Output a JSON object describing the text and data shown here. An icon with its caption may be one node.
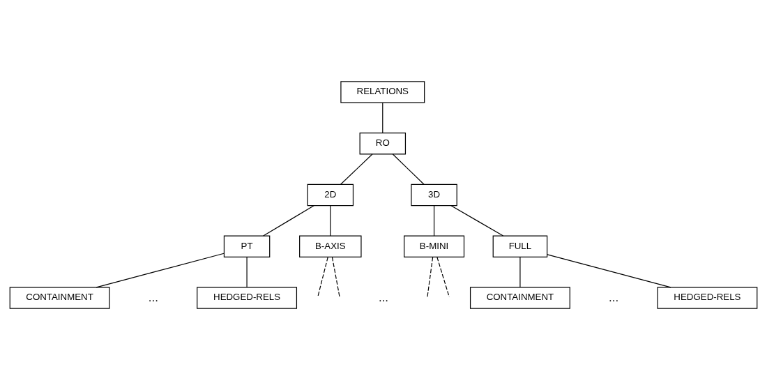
{
  "diagram": {
    "nodes": [
      {
        "text": [
          "RELATIONS"
        ]
      },
      {
        "text": [
          "RO"
        ]
      },
      {
        "text": [
          "2D"
        ]
      },
      {
        "text": [
          "3D"
        ]
      },
      {
        "text": [
          "PT"
        ]
      },
      {
        "text": [
          "B-AXIS"
        ]
      },
      {
        "text": [
          "B-MINI"
        ]
      },
      {
        "text": [
          "FULL"
        ]
      },
      {
        "text": [
          "CONTAINMENT"
        ]
      },
      {
        "text": [
          "HEDGED-RELS"
        ]
      },
      {
        "text": [
          "CONTAINMENT"
        ]
      },
      {
        "text": [
          "HEDGED-RELS"
        ]
      }
    ],
    "edges": [
      {
        "from": 0,
        "to": 1,
        "arrow": "none"
      },
      {
        "from": 1,
        "to": 2,
        "arrow": "none"
      },
      {
        "from": 1,
        "to": 3,
        "arrow": "none"
      },
      {
        "from": 2,
        "to": 4,
        "arrow": "none"
      },
      {
        "from": 2,
        "to": 5,
        "arrow": "none"
      },
      {
        "from": 3,
        "to": 6,
        "arrow": "none"
      },
      {
        "from": 3,
        "to": 7,
        "arrow": "none"
      },
      {
        "from": 4,
        "to": 8,
        "arrow": "none"
      },
      {
        "from": 4,
        "to": 9,
        "arrow": "none"
      },
      {
        "from": 7,
        "to": 10,
        "arrow": "none"
      },
      {
        "from": 7,
        "to": 11,
        "arrow": "none"
      },
      {
        "from": 5,
        "to": null,
        "arrow": "none",
        "style": "dashed"
      },
      {
        "from": 5,
        "to": null,
        "arrow": "none",
        "style": "dashed"
      },
      {
        "from": 6,
        "to": null,
        "arrow": "none",
        "style": "dashed"
      },
      {
        "from": 6,
        "to": null,
        "arrow": "none",
        "style": "dashed"
      }
    ],
    "labels": [
      "...",
      "...",
      "..."
    ]
  }
}
